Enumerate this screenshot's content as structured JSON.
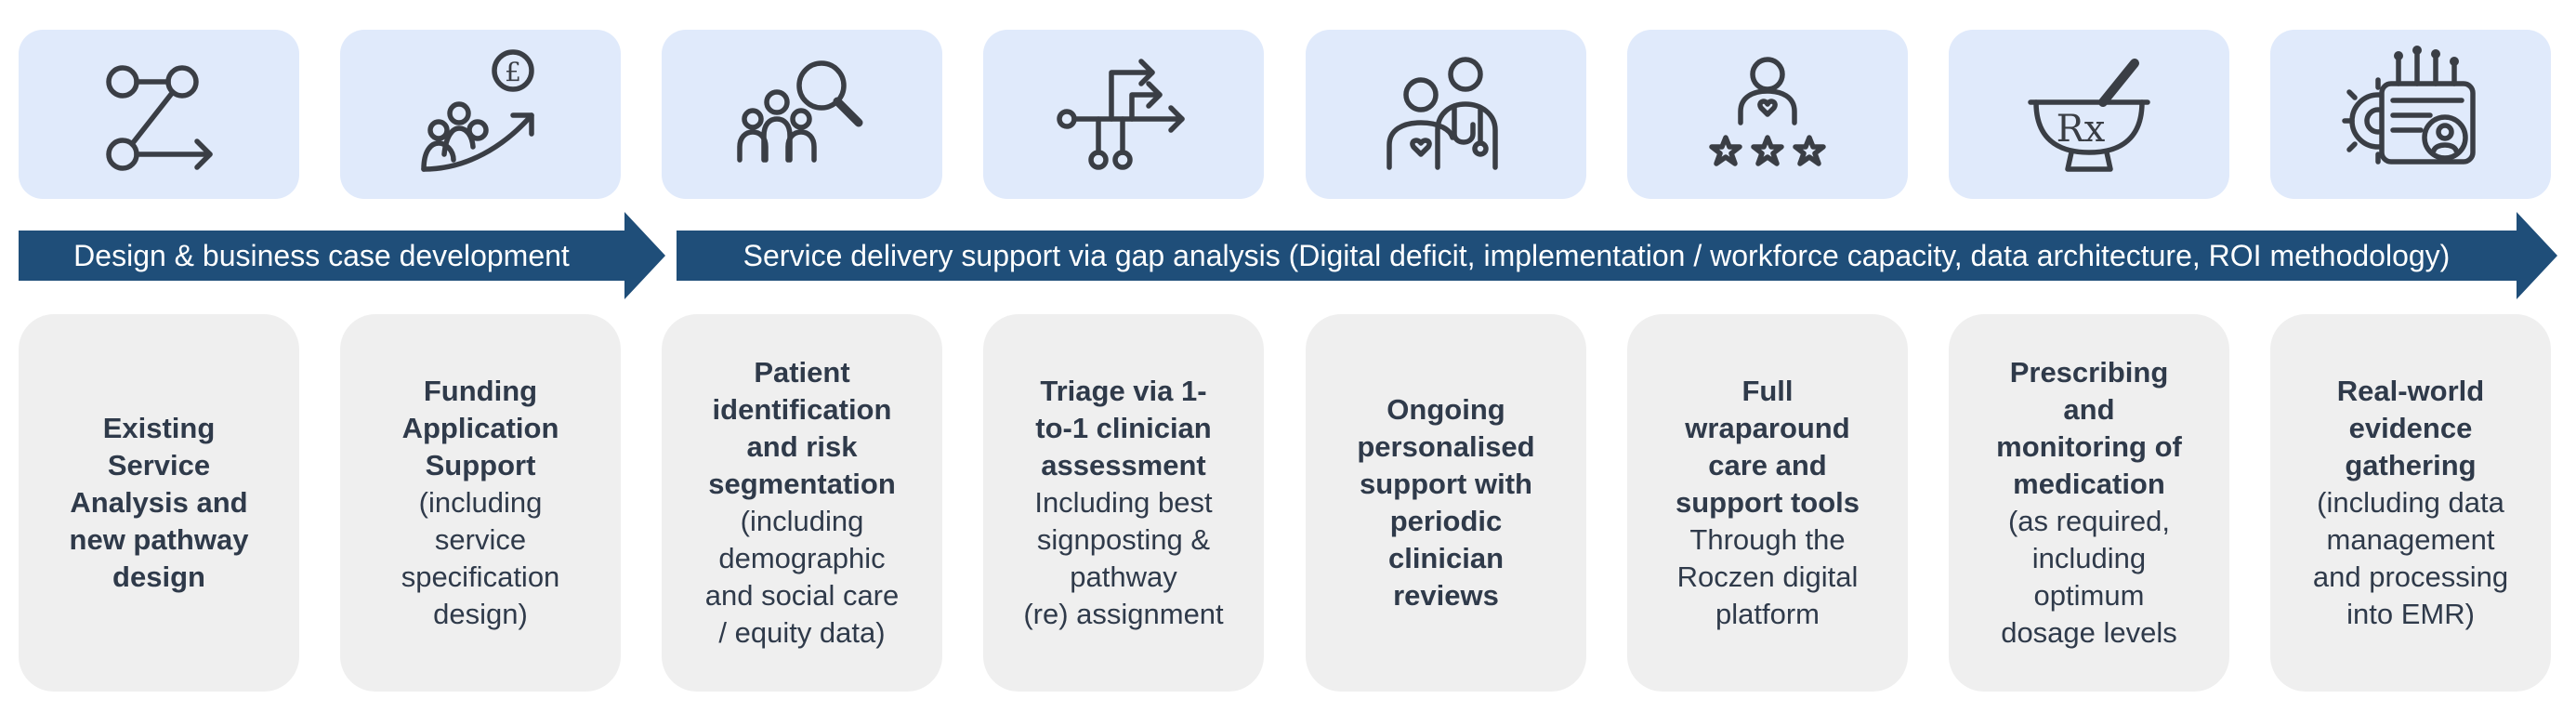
{
  "icons": [
    {
      "name": "route-branch-icon"
    },
    {
      "name": "funding-growth-icon",
      "currency_symbol": "£"
    },
    {
      "name": "patient-search-icon"
    },
    {
      "name": "triage-split-icon"
    },
    {
      "name": "clinician-patient-icon"
    },
    {
      "name": "rating-stars-icon"
    },
    {
      "name": "prescription-mortar-icon",
      "symbol": "Rx"
    },
    {
      "name": "data-gear-icon"
    }
  ],
  "arrows": {
    "design": "Design & business case development",
    "delivery": "Service delivery support via gap analysis (Digital deficit, implementation / workforce capacity, data architecture, ROI methodology)",
    "color": "#1f4e79"
  },
  "steps": [
    {
      "bold": "Existing\nService\nAnalysis and\nnew pathway\ndesign",
      "normal": ""
    },
    {
      "bold": "Funding\nApplication\nSupport",
      "normal": "(including\nservice\nspecification\ndesign)"
    },
    {
      "bold": "Patient\nidentification\nand risk\nsegmentation",
      "normal": "(including\ndemographic\nand social care\n/ equity data)"
    },
    {
      "bold": "Triage via 1-\nto-1 clinician\nassessment",
      "normal": "Including best\nsignposting &\npathway\n(re) assignment"
    },
    {
      "bold": "Ongoing\npersonalised\nsupport with\nperiodic\nclinician\nreviews",
      "normal": ""
    },
    {
      "bold": "Full\nwraparound\ncare and\nsupport tools",
      "normal": "Through the\nRoczen digital\nplatform"
    },
    {
      "bold": "Prescribing\nand\nmonitoring of\nmedication",
      "normal": "(as required,\nincluding\noptimum\ndosage levels"
    },
    {
      "bold": "Real-world\nevidence\ngathering",
      "normal": "(including data\nmanagement\nand processing\ninto EMR)"
    }
  ]
}
